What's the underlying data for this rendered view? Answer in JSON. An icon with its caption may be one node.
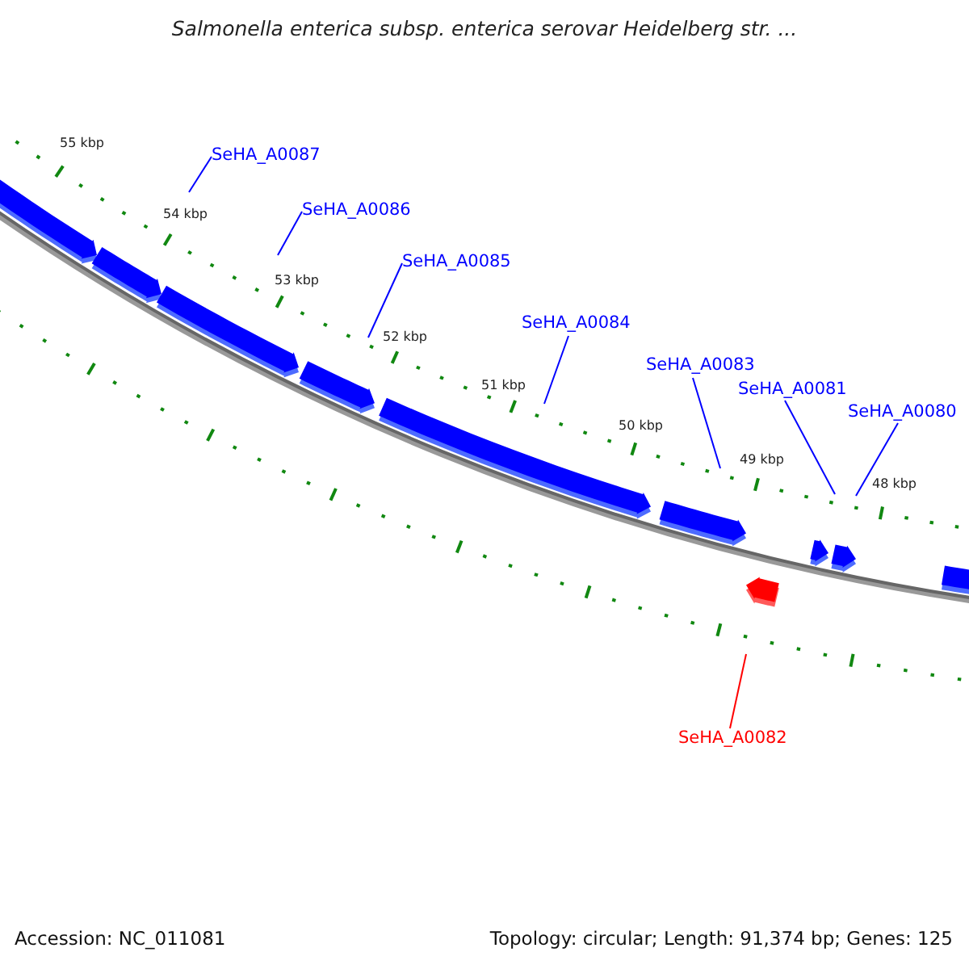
{
  "diagram": {
    "title": "Salmonella enterica subsp. enterica serovar Heidelberg str. ...",
    "nodes": [
      {
        "text": [
          "SeHA_A0087"
        ]
      },
      {
        "text": [
          "SeHA_A0086"
        ]
      },
      {
        "text": [
          "SeHA_A0085"
        ]
      },
      {
        "text": [
          "SeHA_A0084"
        ]
      },
      {
        "text": [
          "SeHA_A0083"
        ]
      },
      {
        "text": [
          "SeHA_A0081"
        ]
      },
      {
        "text": [
          "SeHA_A0080"
        ]
      },
      {
        "text": [
          "SeHA_A0082"
        ]
      }
    ],
    "edges": [
      {
        "from": 0,
        "to": null,
        "arrow": "none"
      },
      {
        "from": 1,
        "to": null,
        "arrow": "none"
      },
      {
        "from": 2,
        "to": null,
        "arrow": "none"
      },
      {
        "from": 3,
        "to": null,
        "arrow": "none"
      },
      {
        "from": 4,
        "to": null,
        "arrow": "none"
      },
      {
        "from": 5,
        "to": null,
        "arrow": "none"
      },
      {
        "from": 6,
        "to": null,
        "arrow": "none"
      },
      {
        "from": 7,
        "to": null,
        "arrow": "none",
        "color": "#ff0000"
      }
    ],
    "labels": [
      "55 kbp",
      "54 kbp",
      "53 kbp",
      "52 kbp",
      "51 kbp",
      "50 kbp",
      "49 kbp",
      "48 kbp",
      "Accession: NC_011081",
      "Topology: circular; Length: 91,374 bp; Genes: 125"
    ]
  }
}
